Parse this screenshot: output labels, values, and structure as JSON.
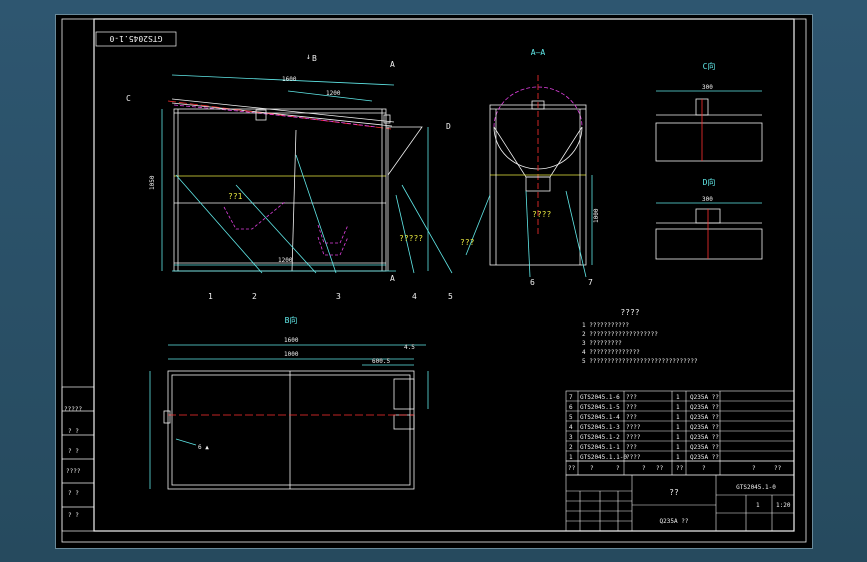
{
  "drawing": {
    "code_box": "GTS2045.1-0",
    "drawing_no": "GTS2045.1-0",
    "material": "Q235A ??",
    "title_mid": "??"
  },
  "views": {
    "section_aa": "A—A",
    "section_b": "B向",
    "section_c": "C向",
    "section_d": "D向",
    "mark_a": "A",
    "mark_b": "B",
    "mark_c": "C",
    "mark_d": "D",
    "label_zhu": "??1",
    "label_jiao": "?????",
    "label_ji": "????",
    "label_tang": "???"
  },
  "callouts": [
    "1",
    "2",
    "3",
    "4",
    "5",
    "6",
    "7"
  ],
  "dims": {
    "front_top": "1600",
    "front_len": "1200",
    "front_h": "1050",
    "front_bottom": "1200",
    "aa_h": "1000",
    "plan_w": "1600",
    "plan_inner": "1000",
    "plan_right": "600.5",
    "plan_small": "4.5",
    "c_w": "300",
    "d_w": "300",
    "weld": "6 ▲"
  },
  "notes": {
    "title": "????",
    "items": [
      "1 ???????????",
      "2 ???????????????????",
      "3 ?????????",
      "4 ??????????????",
      "5 ??????????????????????????????"
    ]
  },
  "bom": {
    "rows": [
      [
        "7",
        "GTS2045.1-6",
        "???",
        "1",
        "Q235A ??"
      ],
      [
        "6",
        "GTS2045.1-5",
        "???",
        "1",
        "Q235A ??"
      ],
      [
        "5",
        "GTS2045.1-4",
        "???",
        "1",
        "Q235A ??"
      ],
      [
        "4",
        "GTS2045.1-3",
        "????",
        "1",
        "Q235A ??"
      ],
      [
        "3",
        "GTS2045.1-2",
        "????",
        "1",
        "Q235A ??"
      ],
      [
        "2",
        "GTS2045.1-1",
        "???",
        "1",
        "Q235A ??"
      ],
      [
        "1",
        "GTS2045.1.1-0",
        "????",
        "1",
        "Q235A ??"
      ]
    ],
    "header": [
      "??",
      "?",
      "?",
      "?",
      "??",
      "??",
      "?",
      "?",
      "??"
    ]
  },
  "revision_block": {
    "side_labels": [
      "?????",
      "?  ?",
      "?  ?",
      "????",
      "?  ?",
      "?  ?"
    ],
    "sheet": "1:20",
    "weight": "1"
  },
  "colors": {
    "line": "#f2f2f2",
    "green": "#40e040",
    "cyan": "#60e8e8",
    "yellow": "#e8e840",
    "magenta": "#e040e0",
    "red": "#ff3030"
  }
}
